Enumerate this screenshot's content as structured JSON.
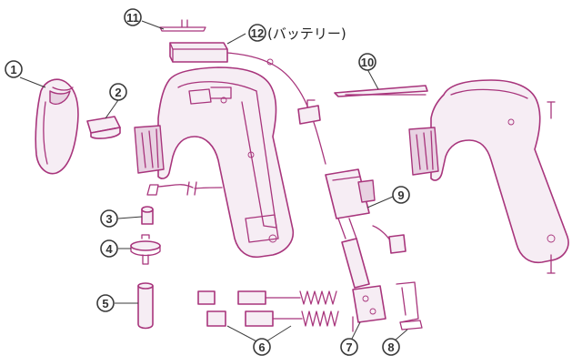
{
  "callouts": [
    {
      "id": "1",
      "label": "①"
    },
    {
      "id": "2",
      "label": "②"
    },
    {
      "id": "3",
      "label": "③"
    },
    {
      "id": "4",
      "label": "④"
    },
    {
      "id": "5",
      "label": "⑤"
    },
    {
      "id": "6",
      "label": "⑥"
    },
    {
      "id": "7",
      "label": "⑦"
    },
    {
      "id": "8",
      "label": "⑧"
    },
    {
      "id": "9",
      "label": "⑨"
    },
    {
      "id": "10",
      "label": "⑩"
    },
    {
      "id": "11",
      "label": "⑪"
    },
    {
      "id": "12",
      "label": "⑫"
    }
  ],
  "battery_label": "(バッテリー)",
  "colors": {
    "line": "#a8357c",
    "fill": "#f6edf4",
    "callout": "#3a3a3a"
  }
}
